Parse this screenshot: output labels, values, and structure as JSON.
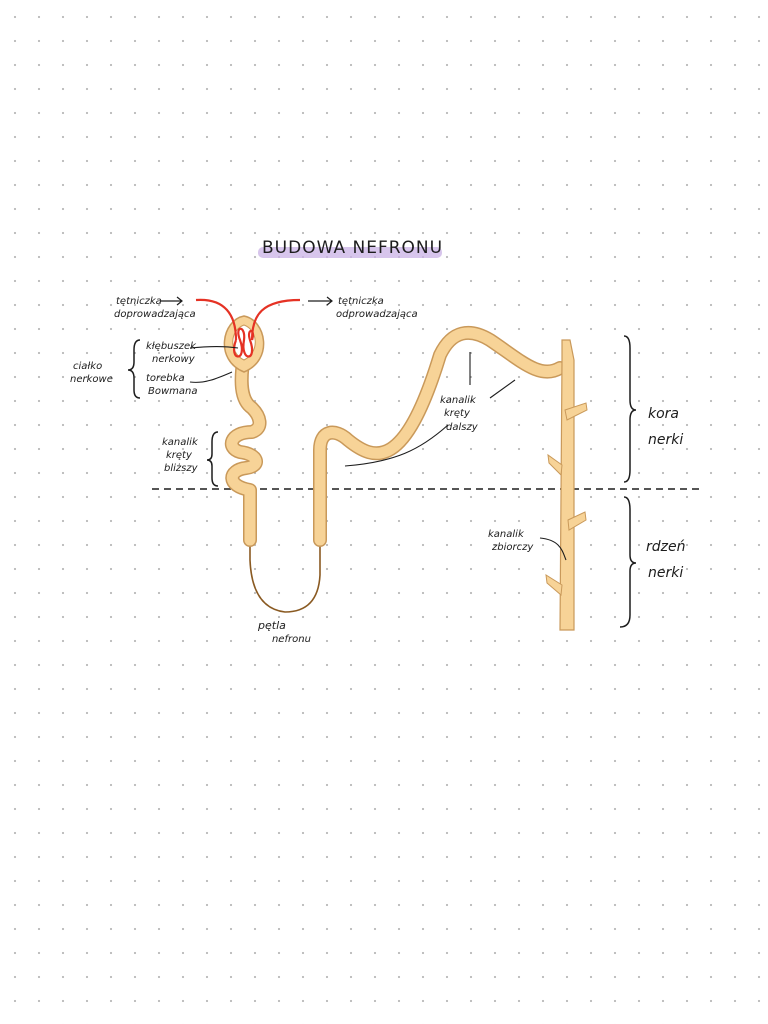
{
  "title": "BUDOWA NEFRONU",
  "labels": {
    "afferent": [
      "tętniczka",
      "doprowadzająca"
    ],
    "efferent": [
      "tętniczka",
      "odprowadzająca"
    ],
    "glomerulus": [
      "kłębuszek",
      "nerkowy"
    ],
    "bowman": [
      "torebka",
      "Bowmana"
    ],
    "renal_corpuscle": [
      "ciałko",
      "nerkowe"
    ],
    "proximal": [
      "kanalik",
      "kręty",
      "bliższy"
    ],
    "distal": [
      "kanalik",
      "kręty",
      "dalszy"
    ],
    "collecting": [
      "kanalik",
      "zbiorczy"
    ],
    "loop": [
      "pętla",
      "nefronu"
    ],
    "cortex": [
      "kora",
      "nerki"
    ],
    "medulla": [
      "rdzeń",
      "nerki"
    ]
  },
  "colors": {
    "tubule_fill": "#f7d397",
    "tubule_edge": "#c9995a",
    "vessel": "#e53224",
    "loop_line": "#8a5a22",
    "title_highlight": "#c9b1e6",
    "ink": "#1d1d1d"
  }
}
